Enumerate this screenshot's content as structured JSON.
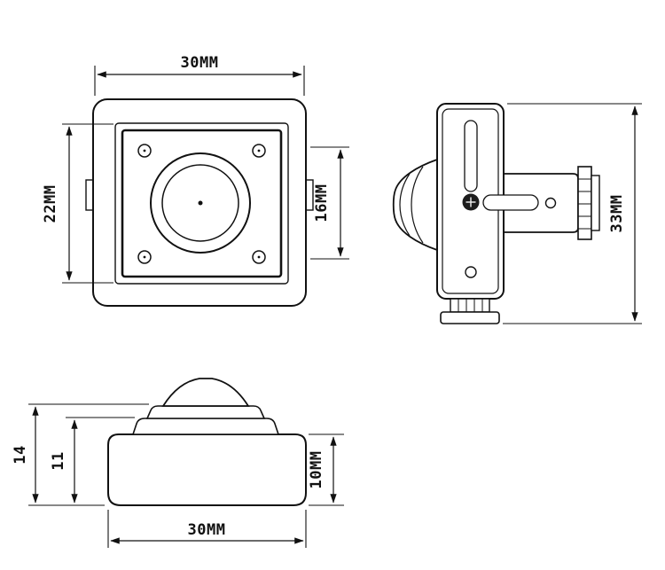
{
  "drawing": {
    "type": "technical-dimension-drawing",
    "subject": "mini square pinhole camera, three orthographic views",
    "ink_color": "#111111",
    "background_color": "#ffffff",
    "dimensions": {
      "front_width": "30MM",
      "front_height": "22MM",
      "front_lens_board": "16MM",
      "side_height": "33MM",
      "bottom_total_height": "14",
      "bottom_mid_height": "11",
      "bottom_body_height": "10MM",
      "bottom_width": "30MM"
    }
  }
}
